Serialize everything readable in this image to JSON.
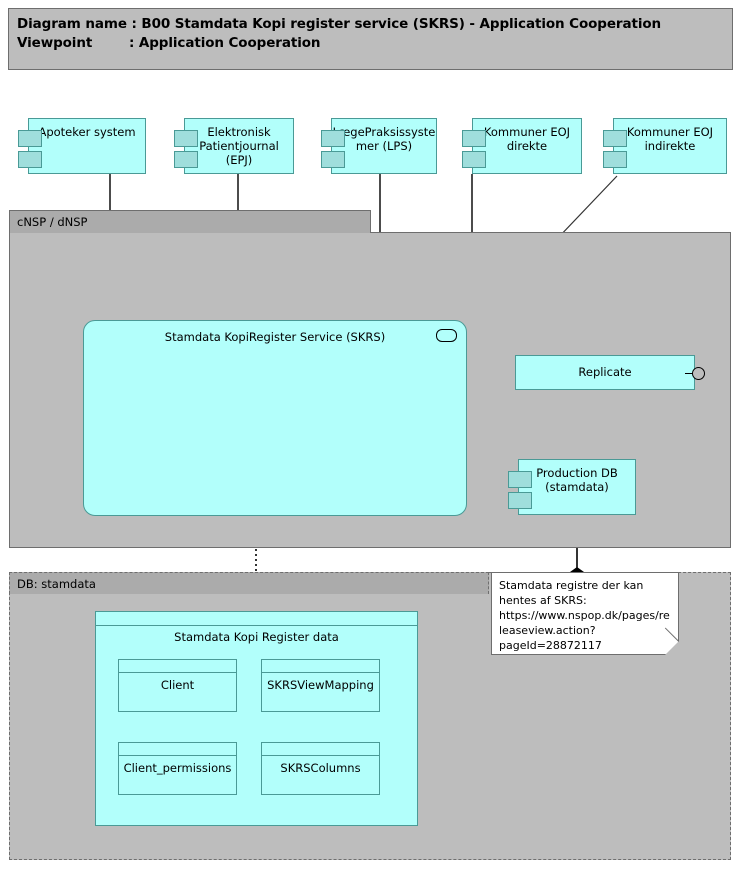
{
  "title": {
    "line1": "Diagram name : B00 Stamdata Kopi register service (SKRS) - Application Cooperation",
    "line2": "Viewpoint        : Application Cooperation"
  },
  "groups": {
    "cnsp": {
      "label": "cNSP / dNSP"
    },
    "db": {
      "label": "DB: stamdata"
    }
  },
  "actors": [
    {
      "label": "Apoteker system",
      "name": "apoteker-system"
    },
    {
      "label": "Elektronisk\nPatientjournal\n(EPJ)",
      "name": "elektronisk-patientjournal-epj"
    },
    {
      "label": "LægePraksissyste\nmer (LPS)",
      "name": "laegepraksissystemer-lps"
    },
    {
      "label": "Kommuner EOJ\ndirekte",
      "name": "kommuner-eoj-direkte"
    },
    {
      "label": "Kommuner EOJ\nindirekte",
      "name": "kommuner-eoj-indirekte"
    }
  ],
  "service": {
    "label": "Stamdata KopiRegister Service (SKRS)",
    "icon": "application-component-icon"
  },
  "replicate": {
    "label": "Replicate",
    "icon": "provided-interface-lollipop-icon"
  },
  "production_db": {
    "label": "Production DB\n(stamdata)"
  },
  "note": {
    "text": "Stamdata registre der kan hentes af SKRS: https://www.nspop.dk/pages/releaseview.action?pageId=28872117"
  },
  "data_package": {
    "label": "Stamdata Kopi Register data",
    "tables": [
      {
        "label": "Client",
        "name": "client"
      },
      {
        "label": "SKRSViewMapping",
        "name": "skrsviewmapping"
      },
      {
        "label": "Client_permissions",
        "name": "client-permissions"
      },
      {
        "label": "SKRSColumns",
        "name": "skrscolumns"
      }
    ]
  },
  "colors": {
    "component_fill": "#b2fffb",
    "component_border": "#4a9a96",
    "group_fill": "#bdbdbd",
    "group_tab_fill": "#ababab",
    "group_border": "#6e6e6e",
    "note_fill": "#ffffff",
    "line": "#000000"
  }
}
